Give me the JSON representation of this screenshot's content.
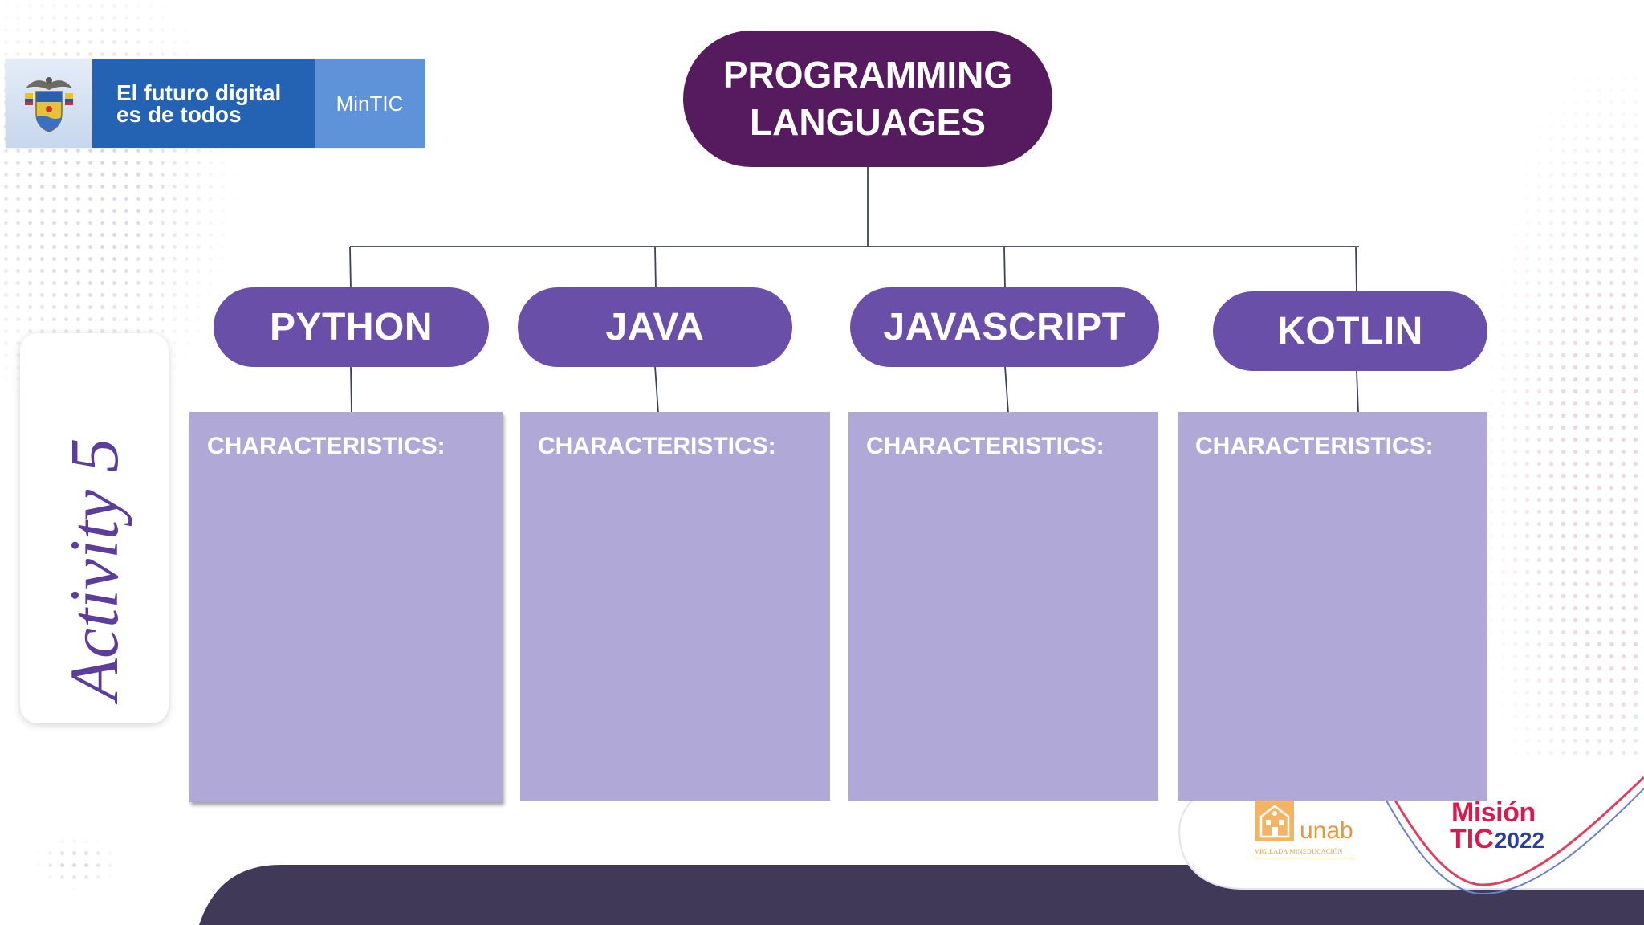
{
  "header_logo": {
    "emblem_icon": "coat-of-arms-icon",
    "tagline_line1": "El futuro digital",
    "tagline_line2": "es de todos",
    "brand": "MinTIC"
  },
  "activity": {
    "label": "Activity 5"
  },
  "root_node": {
    "label_line1": "PROGRAMMING",
    "label_line2": "LANGUAGES"
  },
  "languages": [
    {
      "name": "PYTHON",
      "characteristics_label": "CHARACTERISTICS:"
    },
    {
      "name": "JAVA",
      "characteristics_label": "CHARACTERISTICS:"
    },
    {
      "name": "JAVASCRIPT",
      "characteristics_label": "CHARACTERISTICS:"
    },
    {
      "name": "KOTLIN",
      "characteristics_label": "CHARACTERISTICS:"
    }
  ],
  "footer_logos": {
    "unab": {
      "icon": "building-icon",
      "name": "unab",
      "tagline": "VIGILADA MINEDUCACIÓN"
    },
    "mision_tic": {
      "word": "Misión",
      "acronym": "TIC",
      "year": "2022"
    }
  },
  "colors": {
    "root_node": "#561b5f",
    "language_pill": "#6a4fa8",
    "characteristics_box": "#b0a8d7",
    "activity_text": "#5c3d9c",
    "footer_band": "#403a58",
    "mintic_dark": "#2463b3",
    "mintic_light": "#5f93d9",
    "unab_orange": "#e8963a",
    "mision_red": "#d81b4f",
    "mision_blue": "#2a3f9d"
  }
}
